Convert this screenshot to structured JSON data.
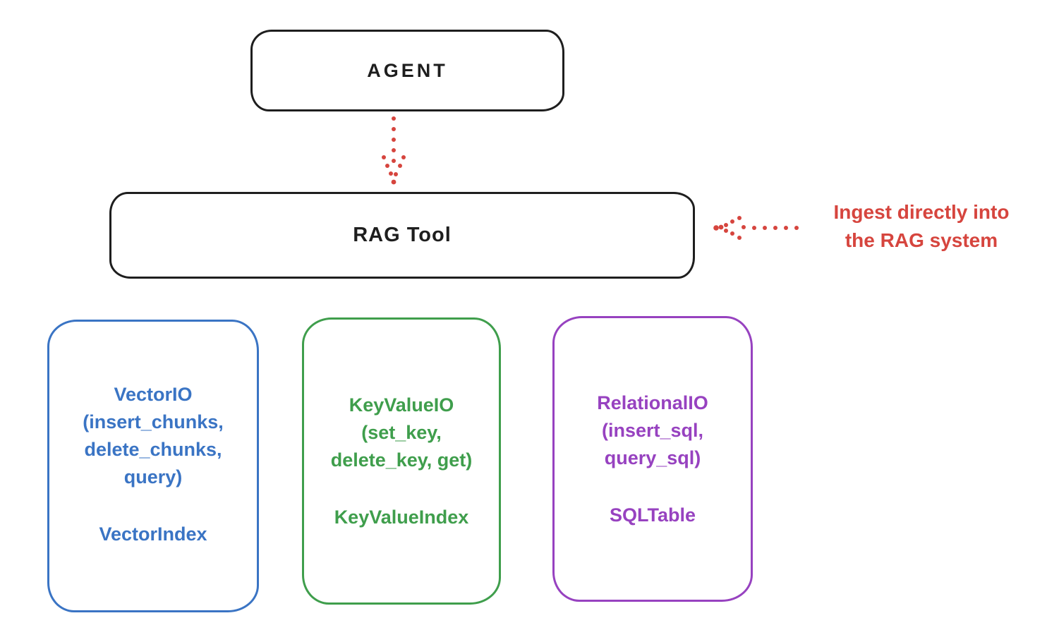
{
  "colors": {
    "ink": "#1e1e1e",
    "red": "#d6453e",
    "blue": "#3a74c4",
    "green": "#3f9e4c",
    "purple": "#9742c0"
  },
  "agent_box": {
    "label": "AGENT"
  },
  "rag_box": {
    "label": "RAG Tool"
  },
  "annotation": {
    "line1": "Ingest directly into",
    "line2": "the RAG system"
  },
  "io_boxes": [
    {
      "id": "vector-io",
      "color": "#3a74c4",
      "lines": [
        "VectorIO",
        "(insert_chunks,",
        "delete_chunks,",
        "query)"
      ],
      "index_label": "VectorIndex"
    },
    {
      "id": "keyvalue-io",
      "color": "#3f9e4c",
      "lines": [
        "KeyValueIO",
        "(set_key,",
        "delete_key, get)"
      ],
      "index_label": "KeyValueIndex"
    },
    {
      "id": "relational-io",
      "color": "#9742c0",
      "lines": [
        "RelationalIO",
        "(insert_sql,",
        "query_sql)"
      ],
      "index_label": "SQLTable"
    }
  ]
}
